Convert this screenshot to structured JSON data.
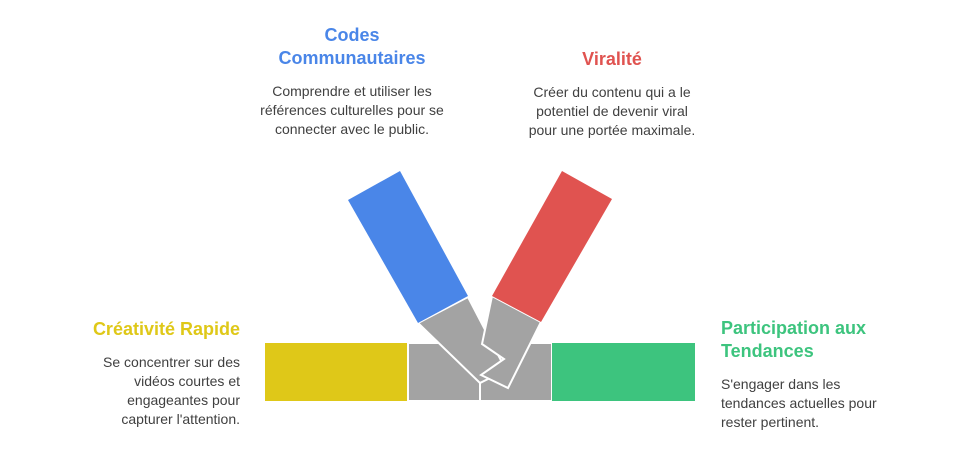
{
  "colors": {
    "blue": "#4a86e8",
    "red": "#e05350",
    "yellow": "#dfc818",
    "green": "#3dc47e",
    "gray": "#a3a3a3"
  },
  "items": {
    "codes": {
      "title": "Codes Communautaires",
      "desc": "Comprendre et utiliser les références culturelles pour se connecter avec le public."
    },
    "viralite": {
      "title": "Viralité",
      "desc": "Créer du contenu qui a le potentiel de devenir viral pour une portée maximale."
    },
    "creativite": {
      "title": "Créativité Rapide",
      "desc": "Se concentrer sur des vidéos courtes et engageantes pour capturer l'attention."
    },
    "participation": {
      "title": "Participation aux Tendances",
      "desc": "S'engager dans les tendances actuelles pour rester pertinent."
    }
  }
}
